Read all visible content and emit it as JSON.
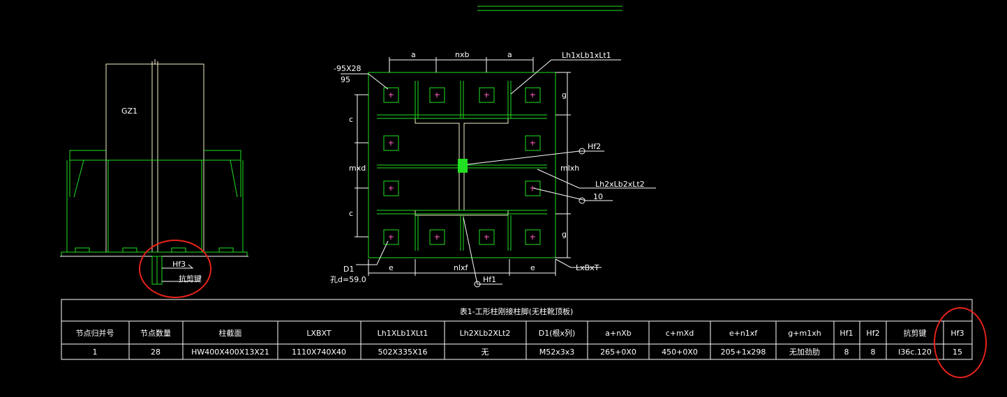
{
  "elevation": {
    "column_label": "GZ1",
    "weld_label": "Hf3",
    "shear_key_label": "抗剪键"
  },
  "plan": {
    "dims_top": [
      "a",
      "nxb",
      "a"
    ],
    "dims_left": [
      "c",
      "mxd",
      "c"
    ],
    "dims_right": [
      "g",
      "mlxh",
      "g"
    ],
    "dims_bottom": [
      "e",
      "nlxf",
      "e"
    ],
    "rib_top_label": "Lh1xLb1xLt1",
    "rib_side_label": "Lh2xLb2xLt2",
    "washer_label_1": "-95X28",
    "washer_label_2": "95",
    "weld_hf2": "Hf2",
    "weld_10": "10",
    "weld_hf1": "Hf1",
    "bolt_label": "D1",
    "hole_label": "孔d=59.0",
    "plate_label": "LxBxT"
  },
  "table": {
    "title": "表1-工形柱刚接柱脚(无柱靴顶板)",
    "headers": [
      "节点归并号",
      "节点数量",
      "柱截面",
      "LXBXT",
      "Lh1XLb1XLt1",
      "Lh2XLb2XLt2",
      "D1(根x列)",
      "a+nXb",
      "c+mXd",
      "e+n1xf",
      "g+m1xh",
      "Hf1",
      "Hf2",
      "抗剪键",
      "Hf3"
    ],
    "row": [
      "1",
      "28",
      "HW400X400X13X21",
      "1110X740X40",
      "502X335X16",
      "无",
      "M52x3x3",
      "265+0X0",
      "450+0X0",
      "205+1x298",
      "无加劲肋",
      "8",
      "8",
      "I36c.120",
      "15"
    ]
  },
  "annotations": {
    "circle_color": "#e8231b"
  }
}
